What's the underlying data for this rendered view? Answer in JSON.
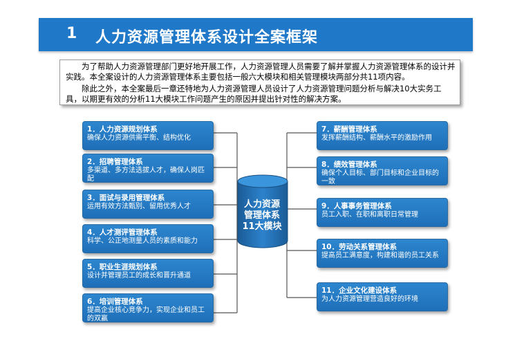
{
  "header": {
    "number": "1",
    "title": "人力资源管理体系设计全案框架"
  },
  "intro": {
    "para1": "为了帮助人力资源管理部门更好地开展工作，人力资源管理人员需要了解并掌握人力资源管理体系的设计并实践。本全案设计的人力资源管理体系主要包括一般六大模块和相关管理模块两部分共11项内容。",
    "para2": "除此之外，本全案最后一章还特地为人力资源管理人员设计了人力资源管理问题分析与解决10大实务工具，以期更有效的分析11大模块工作问题产生的原因并提出针对性的解决方案。"
  },
  "center": {
    "line1": "人力资源",
    "line2": "管理体系",
    "line3": "11大模块"
  },
  "left_modules": [
    {
      "name": "1．人力资源规划体系",
      "desc": "确保人力资源供需平衡、结构优化"
    },
    {
      "name": "2．招聘管理体系",
      "desc": "多渠道、多方法选拔人才，确保人岗匹配"
    },
    {
      "name": "3．面试与录用管理体系",
      "desc": "运用有效方法甄别、留用优秀人才"
    },
    {
      "name": "4．人才测评管理体系",
      "desc": "科学、公正地测量人员的素质和能力"
    },
    {
      "name": "5．职业生涯规划体系",
      "desc": "设计并管理员工的成长和晋升通道"
    },
    {
      "name": "6．培训管理体系",
      "desc": "提高企业核心竞争力，实现企业和员工的双赢"
    }
  ],
  "right_modules": [
    {
      "name": "7．薪酬管理体系",
      "desc": "发挥薪酬结构、薪酬水平的激励作用"
    },
    {
      "name": "8．绩效管理体系",
      "desc": "确保个人目标、部门目标和企业目标的一致"
    },
    {
      "name": "9．人事事务管理体系",
      "desc": "员工入职、在职和离职日常管理"
    },
    {
      "name": "10．劳动关系管理体系",
      "desc": "提高员工满意度，构建和谐的员工关系"
    },
    {
      "name": "11．企业文化建设体系",
      "desc": "为人力资源管理营造良好的环境"
    }
  ]
}
